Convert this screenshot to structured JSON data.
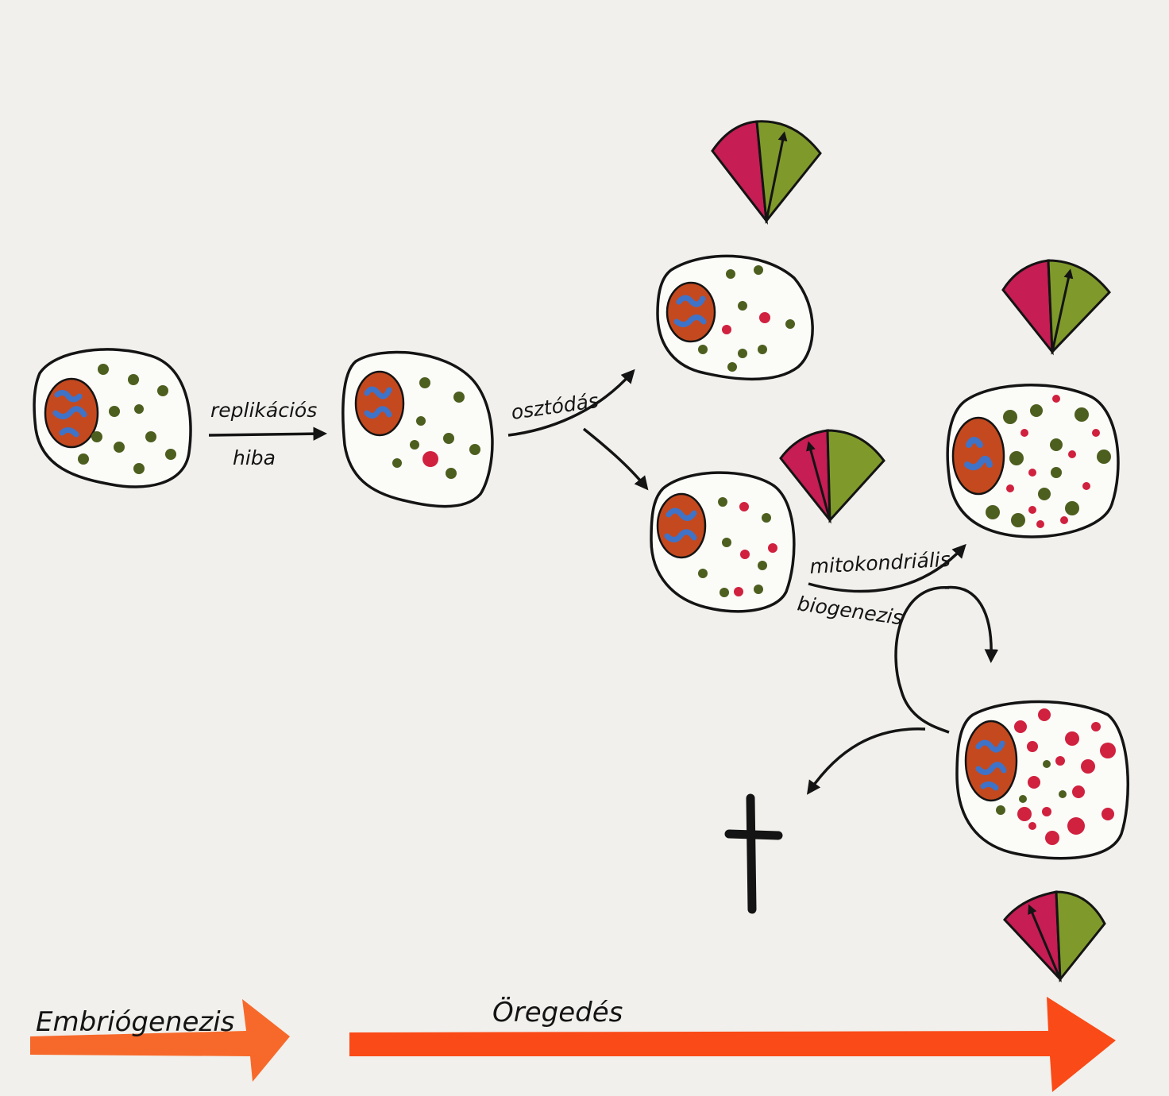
{
  "labels": {
    "replication_1": "replikációs",
    "replication_2": "hiba",
    "division": "osztódás",
    "biogenesis_1": "mitokondriális",
    "biogenesis_2": "biogenezis",
    "embryogenesis": "Embriógenezis",
    "aging": "Öregedés"
  },
  "colors": {
    "paper": "#f1f0ec",
    "ink": "#141414",
    "nucleus": "#c4491f",
    "chromatin": "#3f73c8",
    "healthy_mito": "#4d5f1f",
    "mutant_mito": "#d0213e",
    "gauge_red": "#c51d54",
    "gauge_green": "#7f9a2a",
    "timeline": "#fa4a17",
    "embryo_arrow": "#f7692a"
  },
  "icons": {
    "death": "cross-icon",
    "gauge": "ratio-gauge-icon"
  }
}
